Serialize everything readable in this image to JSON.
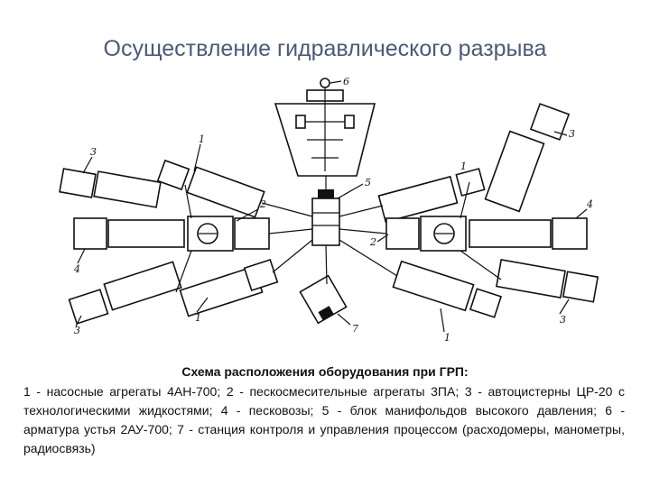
{
  "slide": {
    "title": "Осуществление гидравлического разрыва"
  },
  "diagram": {
    "labels": {
      "l1_top": "1",
      "l1_bottom": "1",
      "l1_right": "1",
      "l2_left": "2",
      "l2_right": "2",
      "l3_top_left": "3",
      "l3_bottom_left": "3",
      "l3_top_right": "3",
      "l3_bottom_right": "3",
      "l4_left": "4",
      "l4_right": "4",
      "l5": "5",
      "l6": "6",
      "l7": "7"
    }
  },
  "caption": {
    "title": "Схема расположения оборудования при ГРП:",
    "body": "1 - насосные агрегаты 4АН-700; 2 - пескосмесительные агрегаты 3ПА; 3 - автоцистерны ЦР-20 с технологическими жидкостями; 4 - песковозы; 5 - блок манифольдов высокого давления; 6 - арматура устья 2АУ-700; 7 - станция контроля и управления процессом (расходомеры, манометры, радиосвязь)"
  }
}
